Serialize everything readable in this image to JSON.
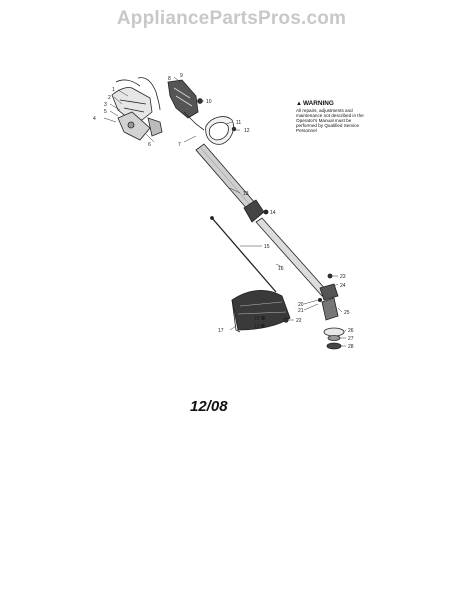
{
  "watermark": "AppliancePartsPros.com",
  "warning": {
    "title": "WARNING",
    "text": "All repairs, adjustments and maintenance not described in the Operator's Manual must be performed by Qualified Service Personnel"
  },
  "date_code": "12/08",
  "callouts": [
    "1",
    "2",
    "3",
    "4",
    "5",
    "6",
    "7",
    "8",
    "9",
    "10",
    "11",
    "12",
    "13",
    "14",
    "15",
    "16",
    "17",
    "18",
    "19",
    "20",
    "21",
    "22",
    "23",
    "24",
    "25",
    "26",
    "27",
    "28"
  ]
}
